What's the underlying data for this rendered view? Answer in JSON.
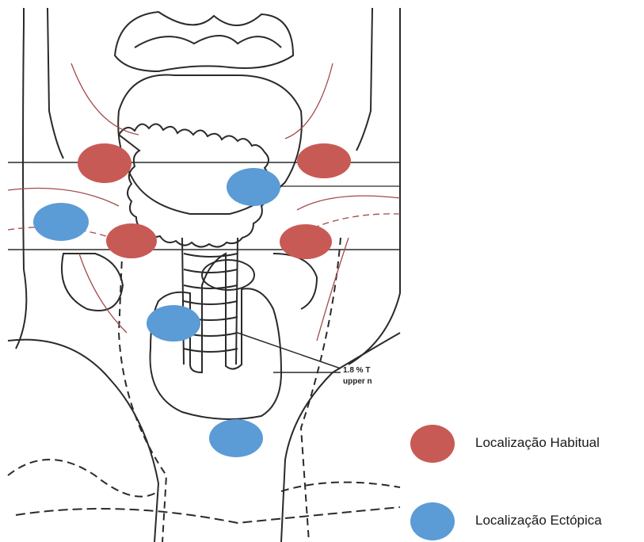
{
  "colors": {
    "habitual": "#c85a55",
    "ectopic": "#5b9bd6",
    "line": "#2a2a2a",
    "vessel": "#a34a4a"
  },
  "annotation": {
    "line1": "1.8 % T",
    "line2": "upper n"
  },
  "legend": {
    "items": [
      {
        "key": "habitual",
        "label": "Localização Habitual"
      },
      {
        "key": "ectopic",
        "label": "Localização Ectópica"
      }
    ]
  }
}
